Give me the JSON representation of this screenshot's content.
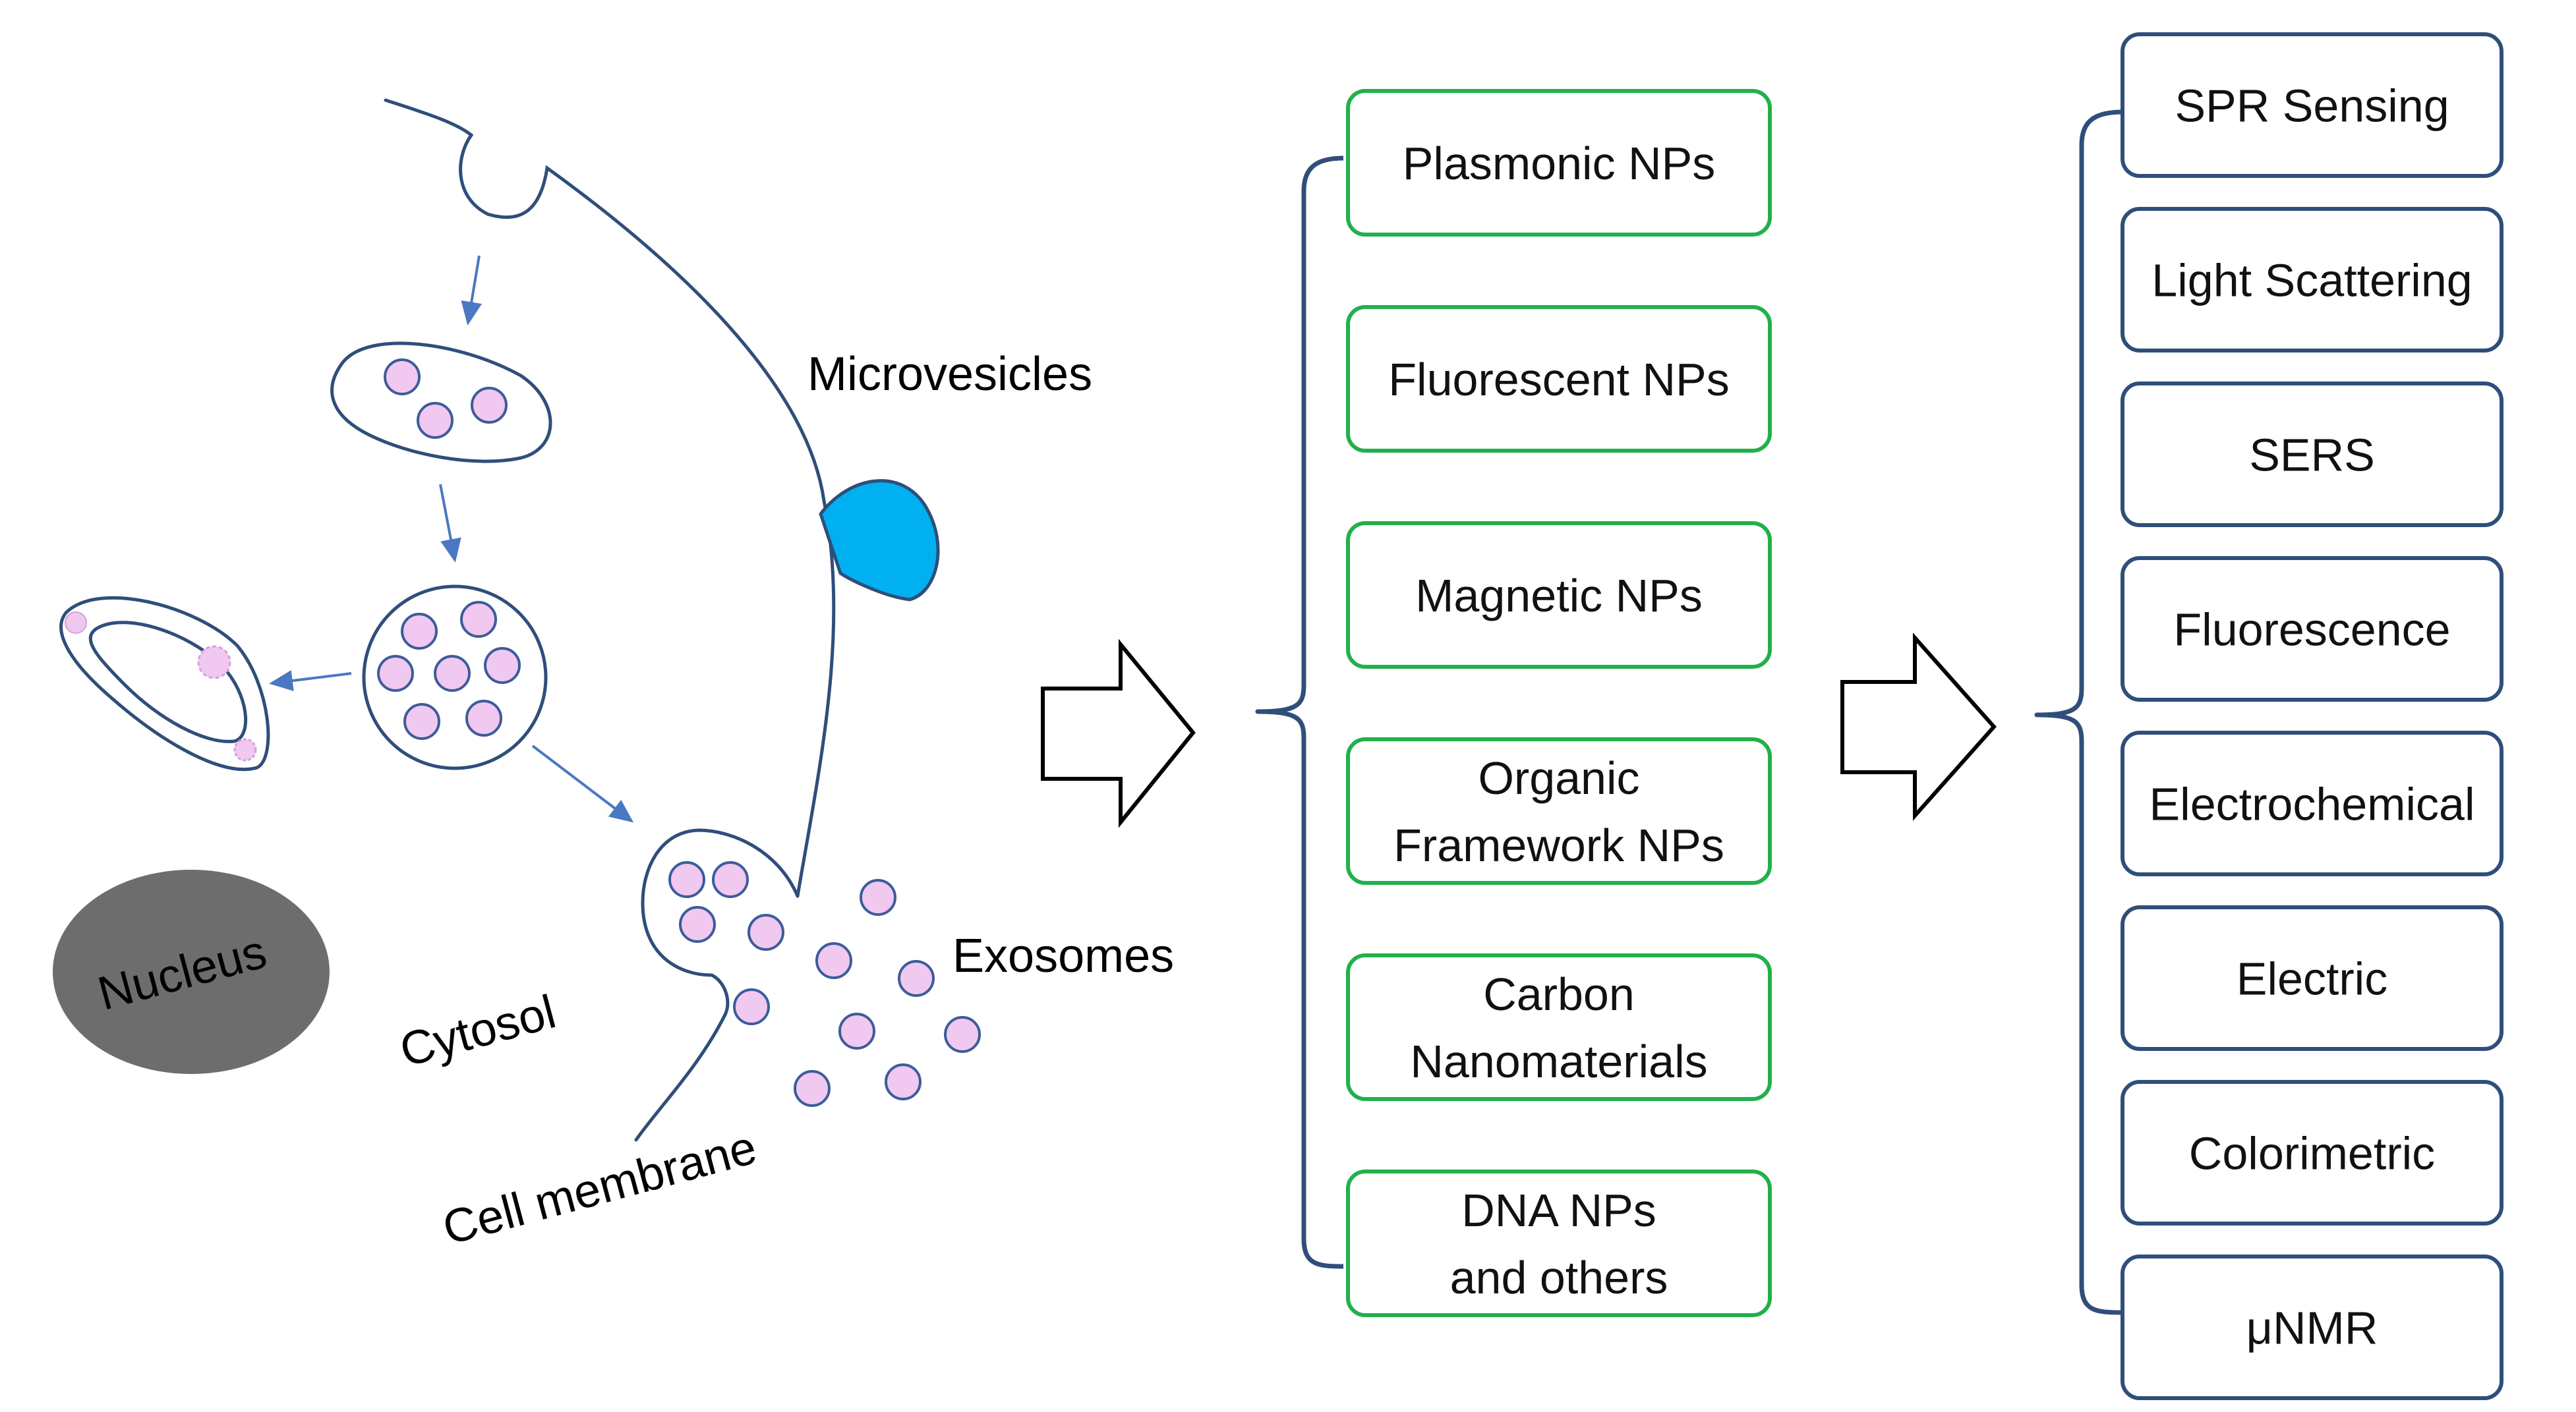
{
  "cell_labels": {
    "microvesicles": "Microvesicles",
    "exosomes": "Exosomes",
    "nucleus": "Nucleus",
    "cytosol": "Cytosol",
    "cell_membrane": "Cell membrane"
  },
  "nanoparticles": [
    {
      "lines": [
        "Plasmonic NPs"
      ]
    },
    {
      "lines": [
        "Fluorescent NPs"
      ]
    },
    {
      "lines": [
        "Magnetic NPs"
      ]
    },
    {
      "lines": [
        "Organic",
        "Framework NPs"
      ]
    },
    {
      "lines": [
        "Carbon",
        "Nanomaterials"
      ]
    },
    {
      "lines": [
        "DNA NPs",
        "and others"
      ]
    }
  ],
  "detection_methods": [
    {
      "label": "SPR Sensing"
    },
    {
      "label": "Light Scattering"
    },
    {
      "label": "SERS"
    },
    {
      "label": "Fluorescence"
    },
    {
      "label": "Electrochemical"
    },
    {
      "label": "Electric"
    },
    {
      "label": "Colorimetric"
    },
    {
      "label": "μNMR"
    }
  ],
  "colors": {
    "nanoparticle_border": "#22b04a",
    "method_border": "#2f4e7a",
    "microvesicle_fill": "#00b0f0",
    "nucleus_fill": "#6d6d6d",
    "vesicle_fill": "#f0c8f0"
  }
}
